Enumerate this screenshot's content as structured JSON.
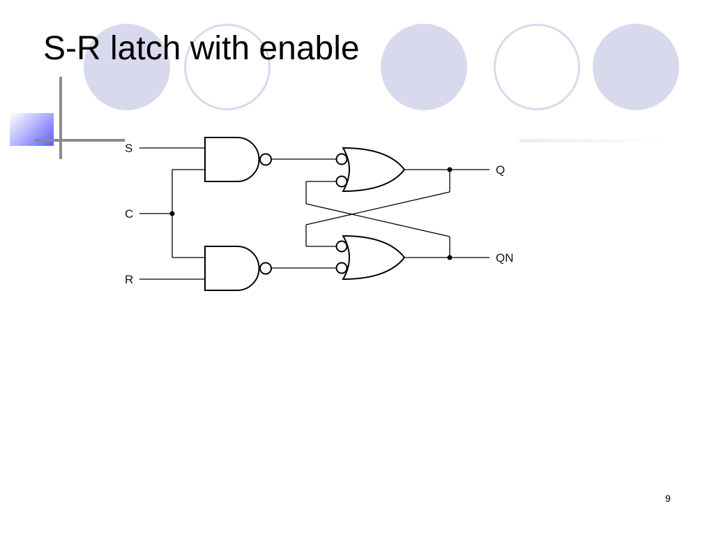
{
  "slide": {
    "title": "S-R latch with enable",
    "page_number": "9"
  },
  "circuit": {
    "labels": {
      "s": "S",
      "c": "C",
      "r": "R",
      "q": "Q",
      "qn": "QN"
    },
    "colors": {
      "accent": "#d9d9ee",
      "line": "#000000"
    }
  }
}
